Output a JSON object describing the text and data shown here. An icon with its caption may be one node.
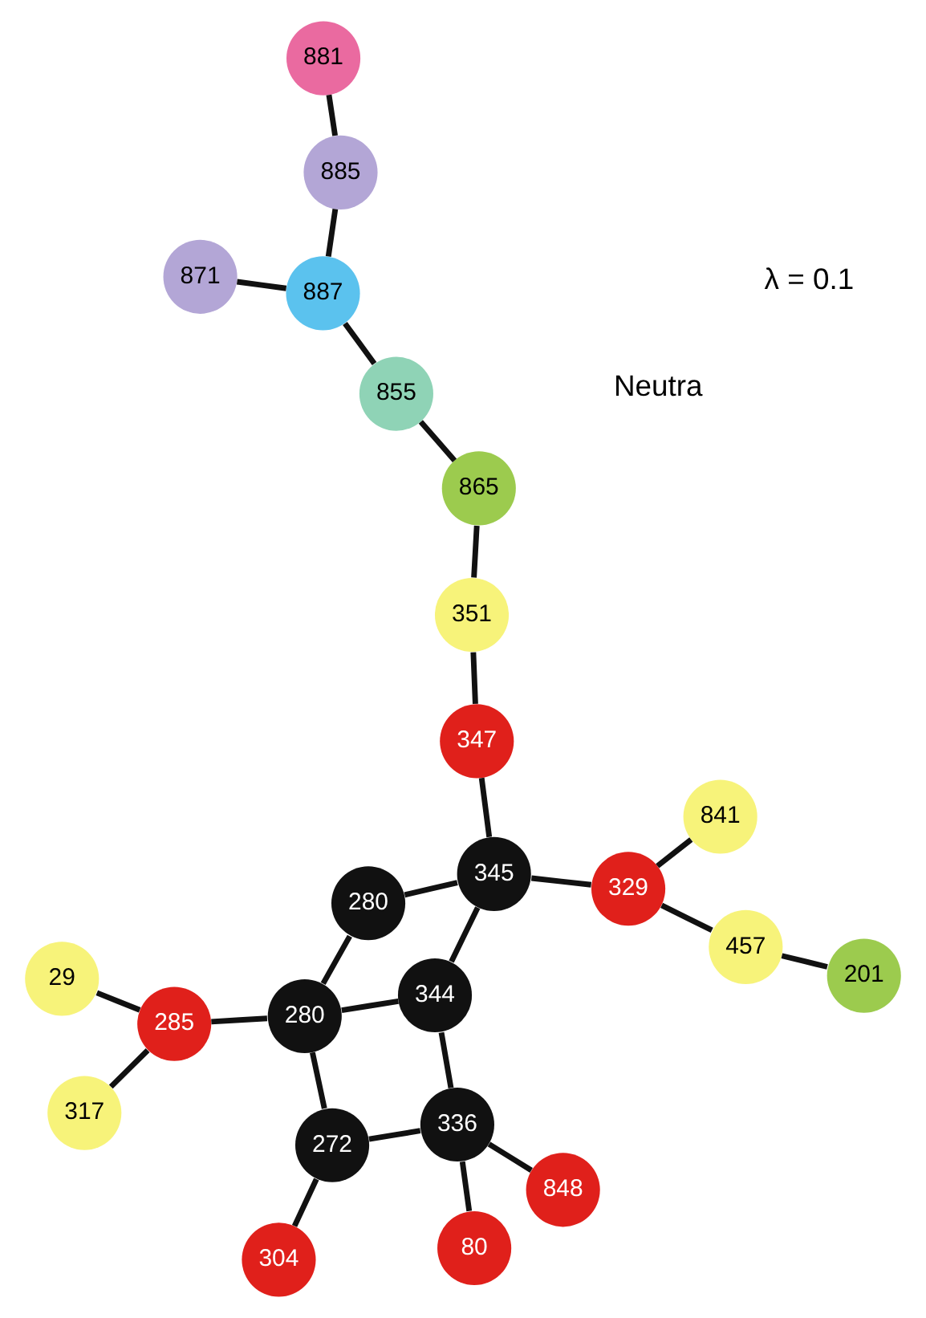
{
  "diagram": {
    "nodes": [
      {
        "text": [
          "29"
        ]
      },
      {
        "text": [
          "317"
        ]
      },
      {
        "text": [
          "285"
        ]
      },
      {
        "text": [
          "304"
        ]
      },
      {
        "text": [
          "272"
        ]
      },
      {
        "text": [
          "280"
        ]
      },
      {
        "text": [
          "280"
        ]
      },
      {
        "text": [
          "457"
        ]
      },
      {
        "text": [
          "201"
        ]
      },
      {
        "text": [
          "80"
        ]
      },
      {
        "text": [
          "336"
        ]
      },
      {
        "text": [
          "344"
        ]
      },
      {
        "text": [
          "345"
        ]
      },
      {
        "text": [
          "329"
        ]
      },
      {
        "text": [
          "848"
        ]
      },
      {
        "text": [
          "347"
        ]
      },
      {
        "text": [
          "841"
        ]
      },
      {
        "text": [
          "351"
        ]
      },
      {
        "text": [
          "865"
        ]
      },
      {
        "text": [
          "855"
        ]
      },
      {
        "text": [
          "887"
        ]
      },
      {
        "text": [
          "871"
        ]
      },
      {
        "text": [
          "885"
        ]
      },
      {
        "text": [
          "881"
        ]
      }
    ],
    "edges": [
      {
        "from": 0,
        "to": 2,
        "arrow": "none"
      },
      {
        "from": 1,
        "to": 2,
        "arrow": "none"
      },
      {
        "from": 2,
        "to": 5,
        "arrow": "none"
      },
      {
        "from": 3,
        "to": 4,
        "arrow": "none"
      },
      {
        "from": 4,
        "to": 5,
        "arrow": "none"
      },
      {
        "from": 5,
        "to": 6,
        "arrow": "none"
      },
      {
        "from": 4,
        "to": 10,
        "arrow": "none"
      },
      {
        "from": 5,
        "to": 11,
        "arrow": "none"
      },
      {
        "from": 6,
        "to": 12,
        "arrow": "none"
      },
      {
        "from": 9,
        "to": 10,
        "arrow": "none"
      },
      {
        "from": 10,
        "to": 11,
        "arrow": "none"
      },
      {
        "from": 11,
        "to": 12,
        "arrow": "none"
      },
      {
        "from": 10,
        "to": 14,
        "arrow": "none"
      },
      {
        "from": 12,
        "to": 13,
        "arrow": "none"
      },
      {
        "from": 12,
        "to": 15,
        "arrow": "none"
      },
      {
        "from": 13,
        "to": 7,
        "arrow": "none"
      },
      {
        "from": 7,
        "to": 8,
        "arrow": "none"
      },
      {
        "from": 13,
        "to": 16,
        "arrow": "none"
      },
      {
        "from": 15,
        "to": 17,
        "arrow": "none"
      },
      {
        "from": 17,
        "to": 18,
        "arrow": "none"
      },
      {
        "from": 18,
        "to": 19,
        "arrow": "none"
      },
      {
        "from": 19,
        "to": 20,
        "arrow": "none"
      },
      {
        "from": 20,
        "to": 21,
        "arrow": "none"
      },
      {
        "from": 20,
        "to": 22,
        "arrow": "none"
      },
      {
        "from": 22,
        "to": 23,
        "arrow": "none"
      }
    ],
    "labels": [
      "Neutra",
      "λ = 0.1"
    ]
  }
}
